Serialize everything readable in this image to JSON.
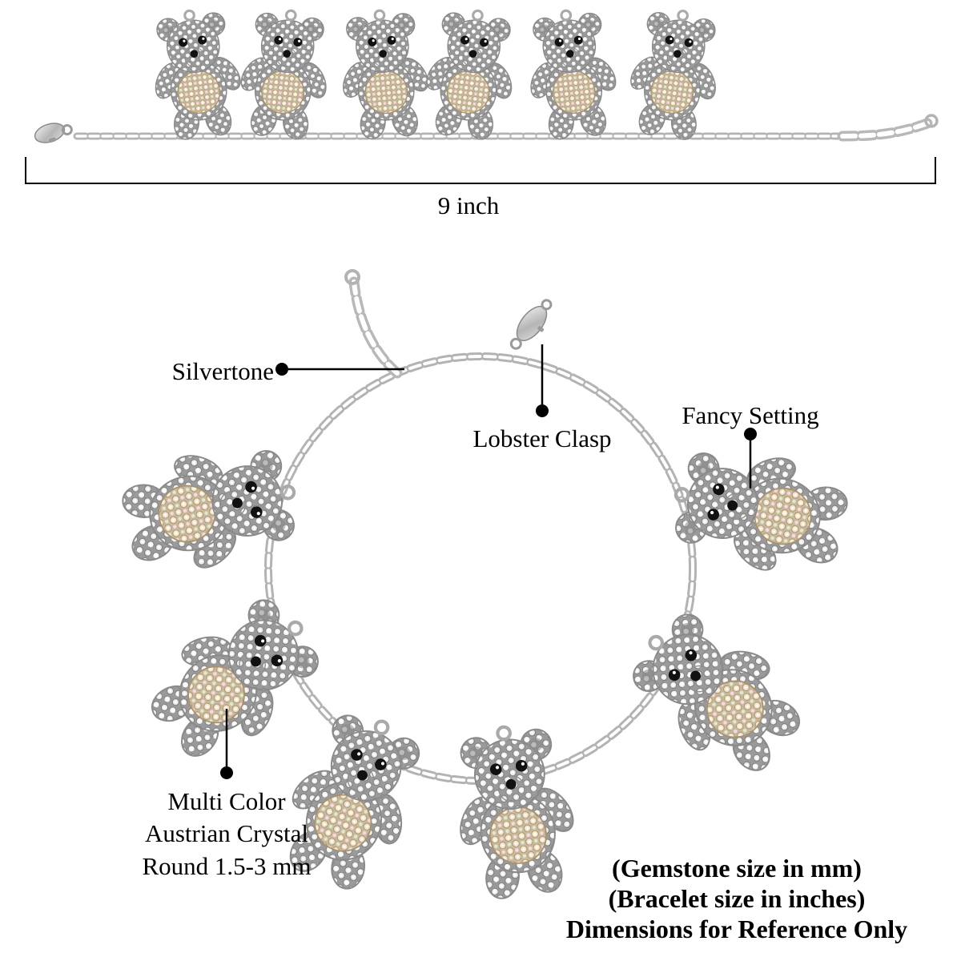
{
  "image": {
    "description": "Silvertone teddy bear charm bracelet with multi color Austrian crystals, shown flat with size bracket and coiled with callouts",
    "colors": {
      "silvertone": "#c6c6c6",
      "crystal_ab": "#e9d9bf",
      "crystal_black": "#111111",
      "text": "#000000"
    }
  },
  "measurements": {
    "bracelet_length": "9 inch"
  },
  "callouts": {
    "silvertone": "Silvertone",
    "lobster_clasp": "Lobster Clasp",
    "fancy_setting": "Fancy Setting",
    "crystal": [
      "Multi Color",
      "Austrian Crystal",
      "Round 1.5-3 mm"
    ]
  },
  "footnotes": [
    "(Gemstone size in mm)",
    "(Bracelet size in inches)",
    "Dimensions for Reference Only"
  ]
}
